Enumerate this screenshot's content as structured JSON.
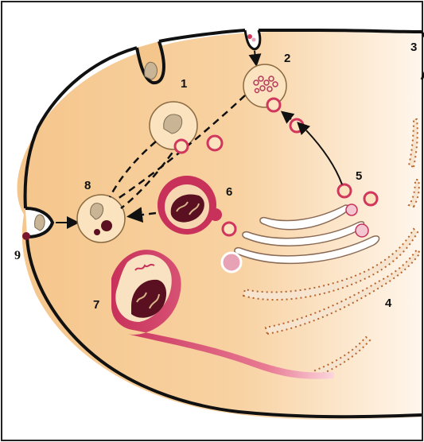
{
  "labels": {
    "l1": "1",
    "l2": "2",
    "l3": "3",
    "l4": "4",
    "l5": "5",
    "l6": "6",
    "l7": "7",
    "l8": "8",
    "l9": "9"
  },
  "colors": {
    "cytoplasm_left": "#f5c68c",
    "cytoplasm_right": "#fff4e8",
    "membrane": "#111111",
    "vesicle": "#d1365d",
    "lysosome_fill": "#f8dfb8",
    "mito_dark": "#5a1020",
    "er_ribosome": "#b8642a",
    "arrow": "#111111"
  }
}
